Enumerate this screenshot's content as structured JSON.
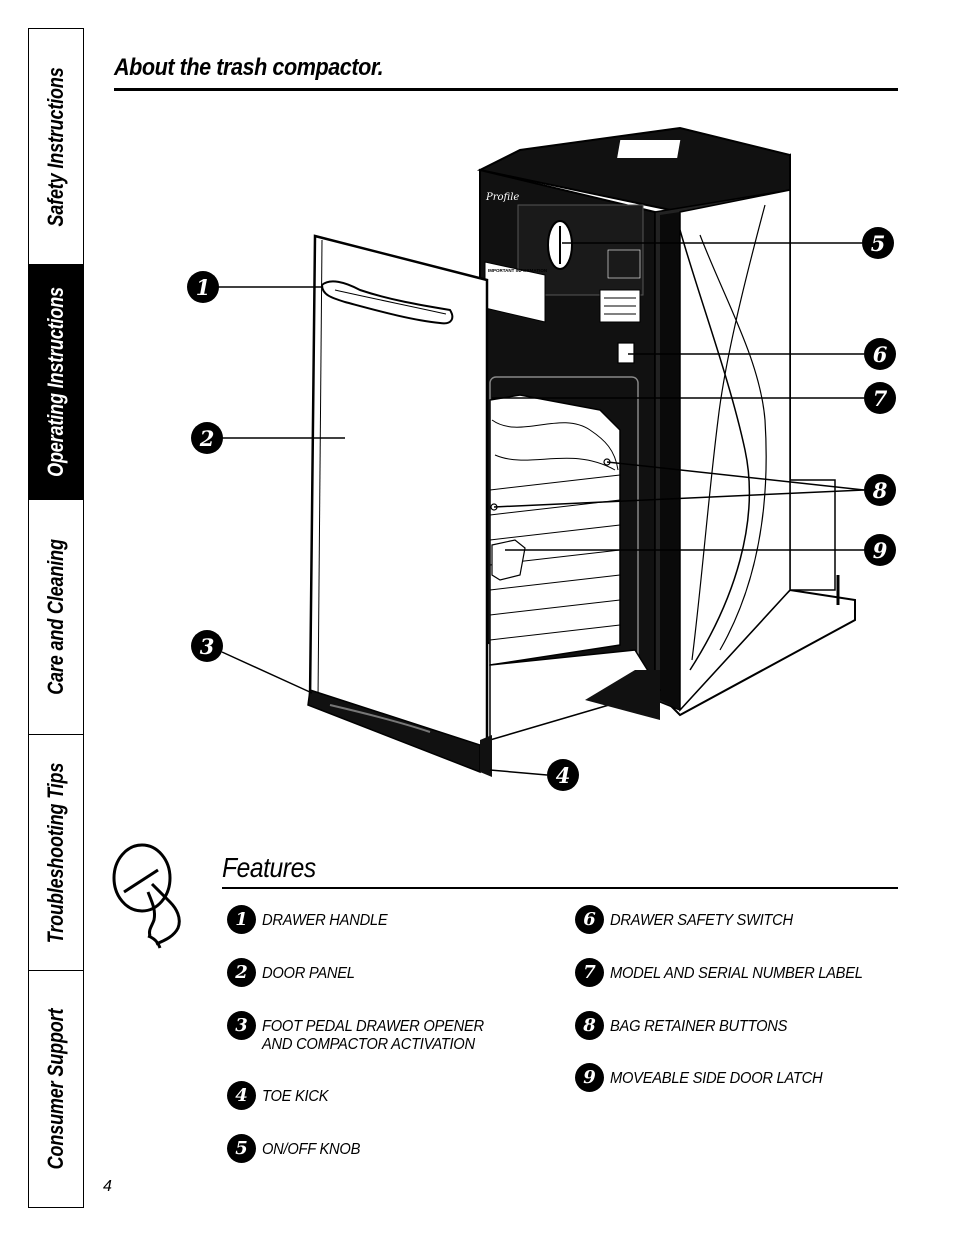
{
  "side_tabs": [
    {
      "label": "Safety Instructions",
      "active": false
    },
    {
      "label": "Operating Instructions",
      "active": true
    },
    {
      "label": "Care and Cleaning",
      "active": false
    },
    {
      "label": "Troubleshooting Tips",
      "active": false
    },
    {
      "label": "Consumer Support",
      "active": false
    }
  ],
  "page": {
    "title": "About the trash compactor.",
    "number": "4"
  },
  "illustration": {
    "brand": "Profile",
    "label_heading": "IMPORTANT INFORMATION",
    "callouts": [
      "1",
      "2",
      "3",
      "4",
      "5",
      "6",
      "7",
      "8",
      "9"
    ]
  },
  "features": {
    "title": "Features",
    "items": [
      {
        "num": "1",
        "label": "DRAWER HANDLE"
      },
      {
        "num": "2",
        "label": "DOOR PANEL"
      },
      {
        "num": "3",
        "label": "FOOT PEDAL DRAWER OPENER AND COMPACTOR ACTIVATION"
      },
      {
        "num": "4",
        "label": "TOE KICK"
      },
      {
        "num": "5",
        "label": "ON/OFF KNOB"
      },
      {
        "num": "6",
        "label": "DRAWER SAFETY SWITCH"
      },
      {
        "num": "7",
        "label": "MODEL AND SERIAL NUMBER LABEL"
      },
      {
        "num": "8",
        "label": "BAG RETAINER BUTTONS"
      },
      {
        "num": "9",
        "label": "MOVEABLE SIDE DOOR LATCH"
      }
    ]
  }
}
